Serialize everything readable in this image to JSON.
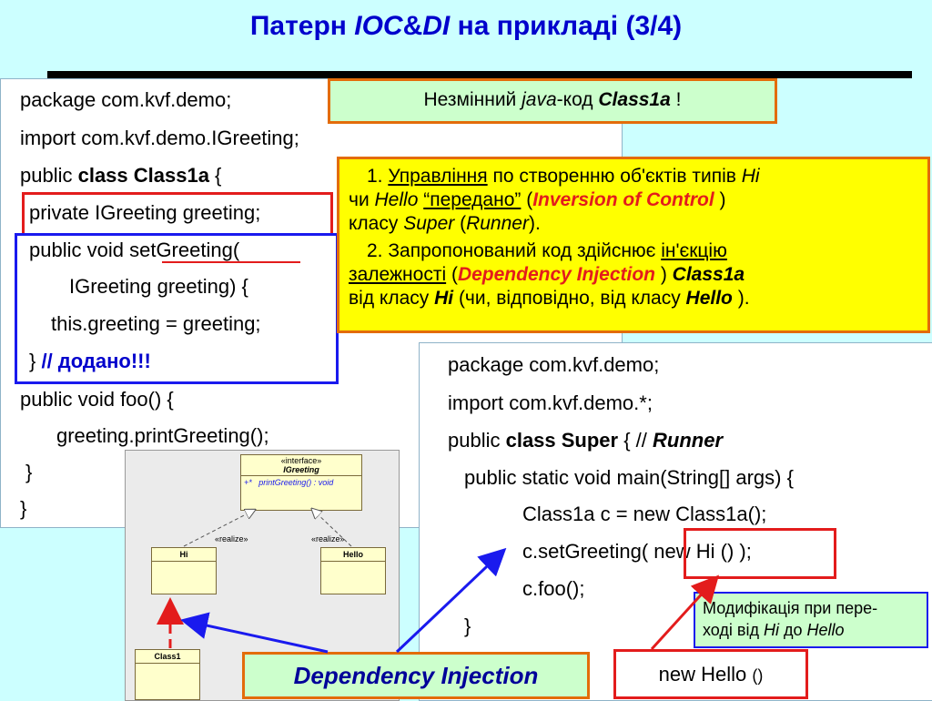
{
  "title": {
    "prefix": "Патерн ",
    "ioc": "IOC",
    "amp": "&",
    "di": "DI",
    "suffix": " на прикладі  (3/4)"
  },
  "class1a_code": {
    "l1": "package com.kvf.demo;",
    "l2": "import com.kvf.demo.IGreeting;",
    "l3a": "public ",
    "l3b": "class Class1a",
    "l3c": " {",
    "l4": "private IGreeting greeting;",
    "l5a": "public void ",
    "l5b": "set",
    "l5c": "Greeting(",
    "l6": "IGreeting greeting) {",
    "l7": "this.greeting = greeting;",
    "l8a": "} ",
    "l8b": "// додано!!!",
    "l9": "public void foo() {",
    "l10": "greeting.printGreeting();",
    "l11": "}",
    "l12": "}"
  },
  "green_note": {
    "a": "Незмінний ",
    "b": "java",
    "c": "-код ",
    "d": "Class1a",
    "e": " !"
  },
  "yellow_note": {
    "p1_num": "1. ",
    "p1_u": "Управління",
    "p1_a": " по створенню об'єктів типів ",
    "p1_hi": "Hi",
    "p1_b": "чи ",
    "p1_hello": "Hello",
    "p1_c": " ",
    "p1_passed": "“передано”",
    "p1_d": " (",
    "p1_ioc": "Inversion of Control",
    "p1_e": " )",
    "p1_f": "класу ",
    "p1_super": "Super",
    "p1_g": " (",
    "p1_runner": "Runner",
    "p1_h": ").",
    "p2_num": "2. ",
    "p2_a": "Запропонований код здійснює ",
    "p2_u1": "ін'єкцію",
    "p2_u2": "залежності",
    "p2_b": " (",
    "p2_di": "Dependency Injection",
    "p2_c": " ) ",
    "p2_cls": "Class1a",
    "p2_d": "від класу ",
    "p2_hi": "Hi",
    "p2_e": "  (чи, відповідно, від класу ",
    "p2_hello": "Hello",
    "p2_f": " )."
  },
  "super_code": {
    "l1": "package com.kvf.demo;",
    "l2": "import com.kvf.demo.*;",
    "l3a": "public ",
    "l3b": "class Super",
    "l3c": " {  // ",
    "l3d": "Runner",
    "l4": "public static void main(String[] args) {",
    "l5": "Class1a c = new Class1a();",
    "l6a": "c.setGreeting(",
    "l6b": " new Hi ()  ",
    "l6c": ");",
    "l7": "c.foo();",
    "l8": "}"
  },
  "uml": {
    "interface_stereo": "«interface»",
    "interface_name": "IGreeting",
    "interface_op": "printGreeting() : void",
    "interface_vis": "+*",
    "realize1": "«realize»",
    "realize2": "«realize»",
    "hi": "Hi",
    "hello": "Hello",
    "class1": "Class1"
  },
  "di_label": "Dependency Injection",
  "new_hello": {
    "a": "new Hello ",
    "b": "()"
  },
  "mod_note": {
    "a": "Модифікація при пере-",
    "b": "ході від ",
    "hi": "Hi",
    "c": " до ",
    "hello": "Hello"
  },
  "colors": {
    "background": "#ccffff",
    "title": "#0000cc",
    "accent_red": "#e31c1c",
    "accent_blue": "#1a1aee",
    "callout_yellow": "#ffff00",
    "callout_green": "#ccffcc"
  }
}
